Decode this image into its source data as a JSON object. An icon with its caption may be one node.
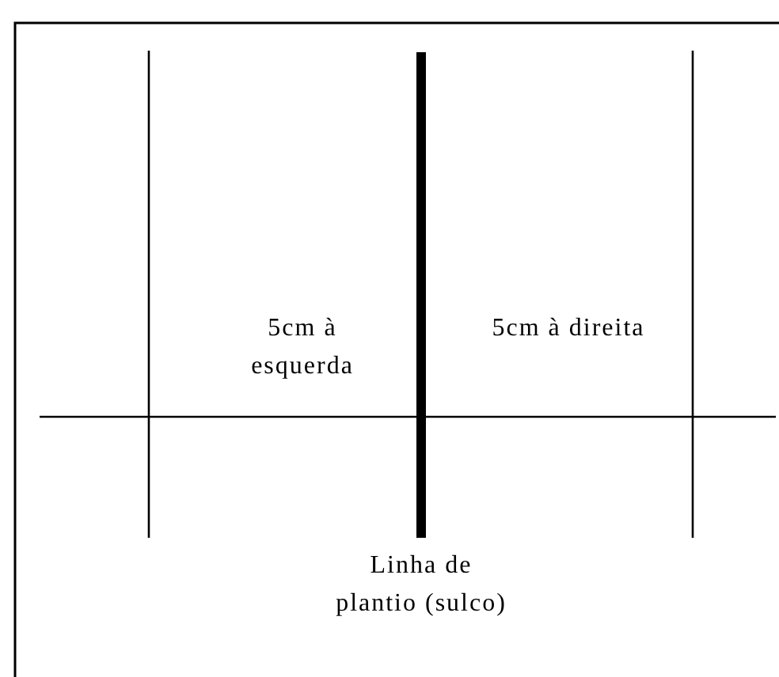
{
  "diagram": {
    "labels": [
      "5cm à esquerda",
      "5cm à direita",
      "Linha de plantio (sulco)"
    ]
  }
}
